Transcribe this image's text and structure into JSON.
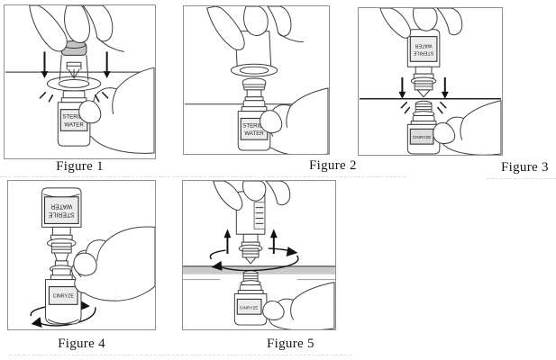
{
  "document": {
    "type": "medical-device-instruction-figures",
    "figures": [
      {
        "caption": "Figure 1"
      },
      {
        "caption": "Figure 2"
      },
      {
        "caption": "Figure 3"
      },
      {
        "caption": "Figure 4"
      },
      {
        "caption": "Figure 5"
      }
    ],
    "vial_labels": {
      "sterile_water_line1": "STERILE",
      "sterile_water_line2": "WATER",
      "drug": "CINRYZE"
    }
  },
  "colors": {
    "line_art": "#3b3b3b",
    "panel_border": "#8f8f8f",
    "caption_text": "#151515",
    "table_shade": "#c9c9c9",
    "arrow": "#111111"
  }
}
